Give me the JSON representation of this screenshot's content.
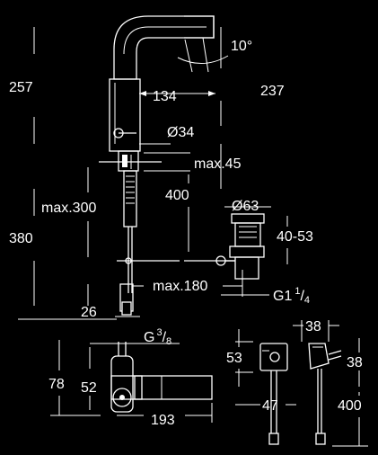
{
  "dimensions": {
    "angle": "10°",
    "height_left": "257",
    "spout_reach": "134",
    "height_right": "237",
    "body_diameter": "Ø34",
    "max_thickness": "max.45",
    "max_300": "max.300",
    "length_400": "400",
    "drain_diameter": "Ø63",
    "total_height": "380",
    "range_40_53": "40-53",
    "max_180": "max.180",
    "thread_g1_prefix": "G1",
    "thread_g1_num": "1",
    "thread_g1_den": "4",
    "offset_26": "26",
    "thread_g38_prefix": "G",
    "thread_g38_num": "3",
    "thread_g38_den": "8",
    "depth_78": "78",
    "width_52": "52",
    "length_193": "193",
    "box_53": "53",
    "box_47": "47",
    "plug_38_top": "38",
    "plug_38_side": "38",
    "cable_400": "400"
  }
}
